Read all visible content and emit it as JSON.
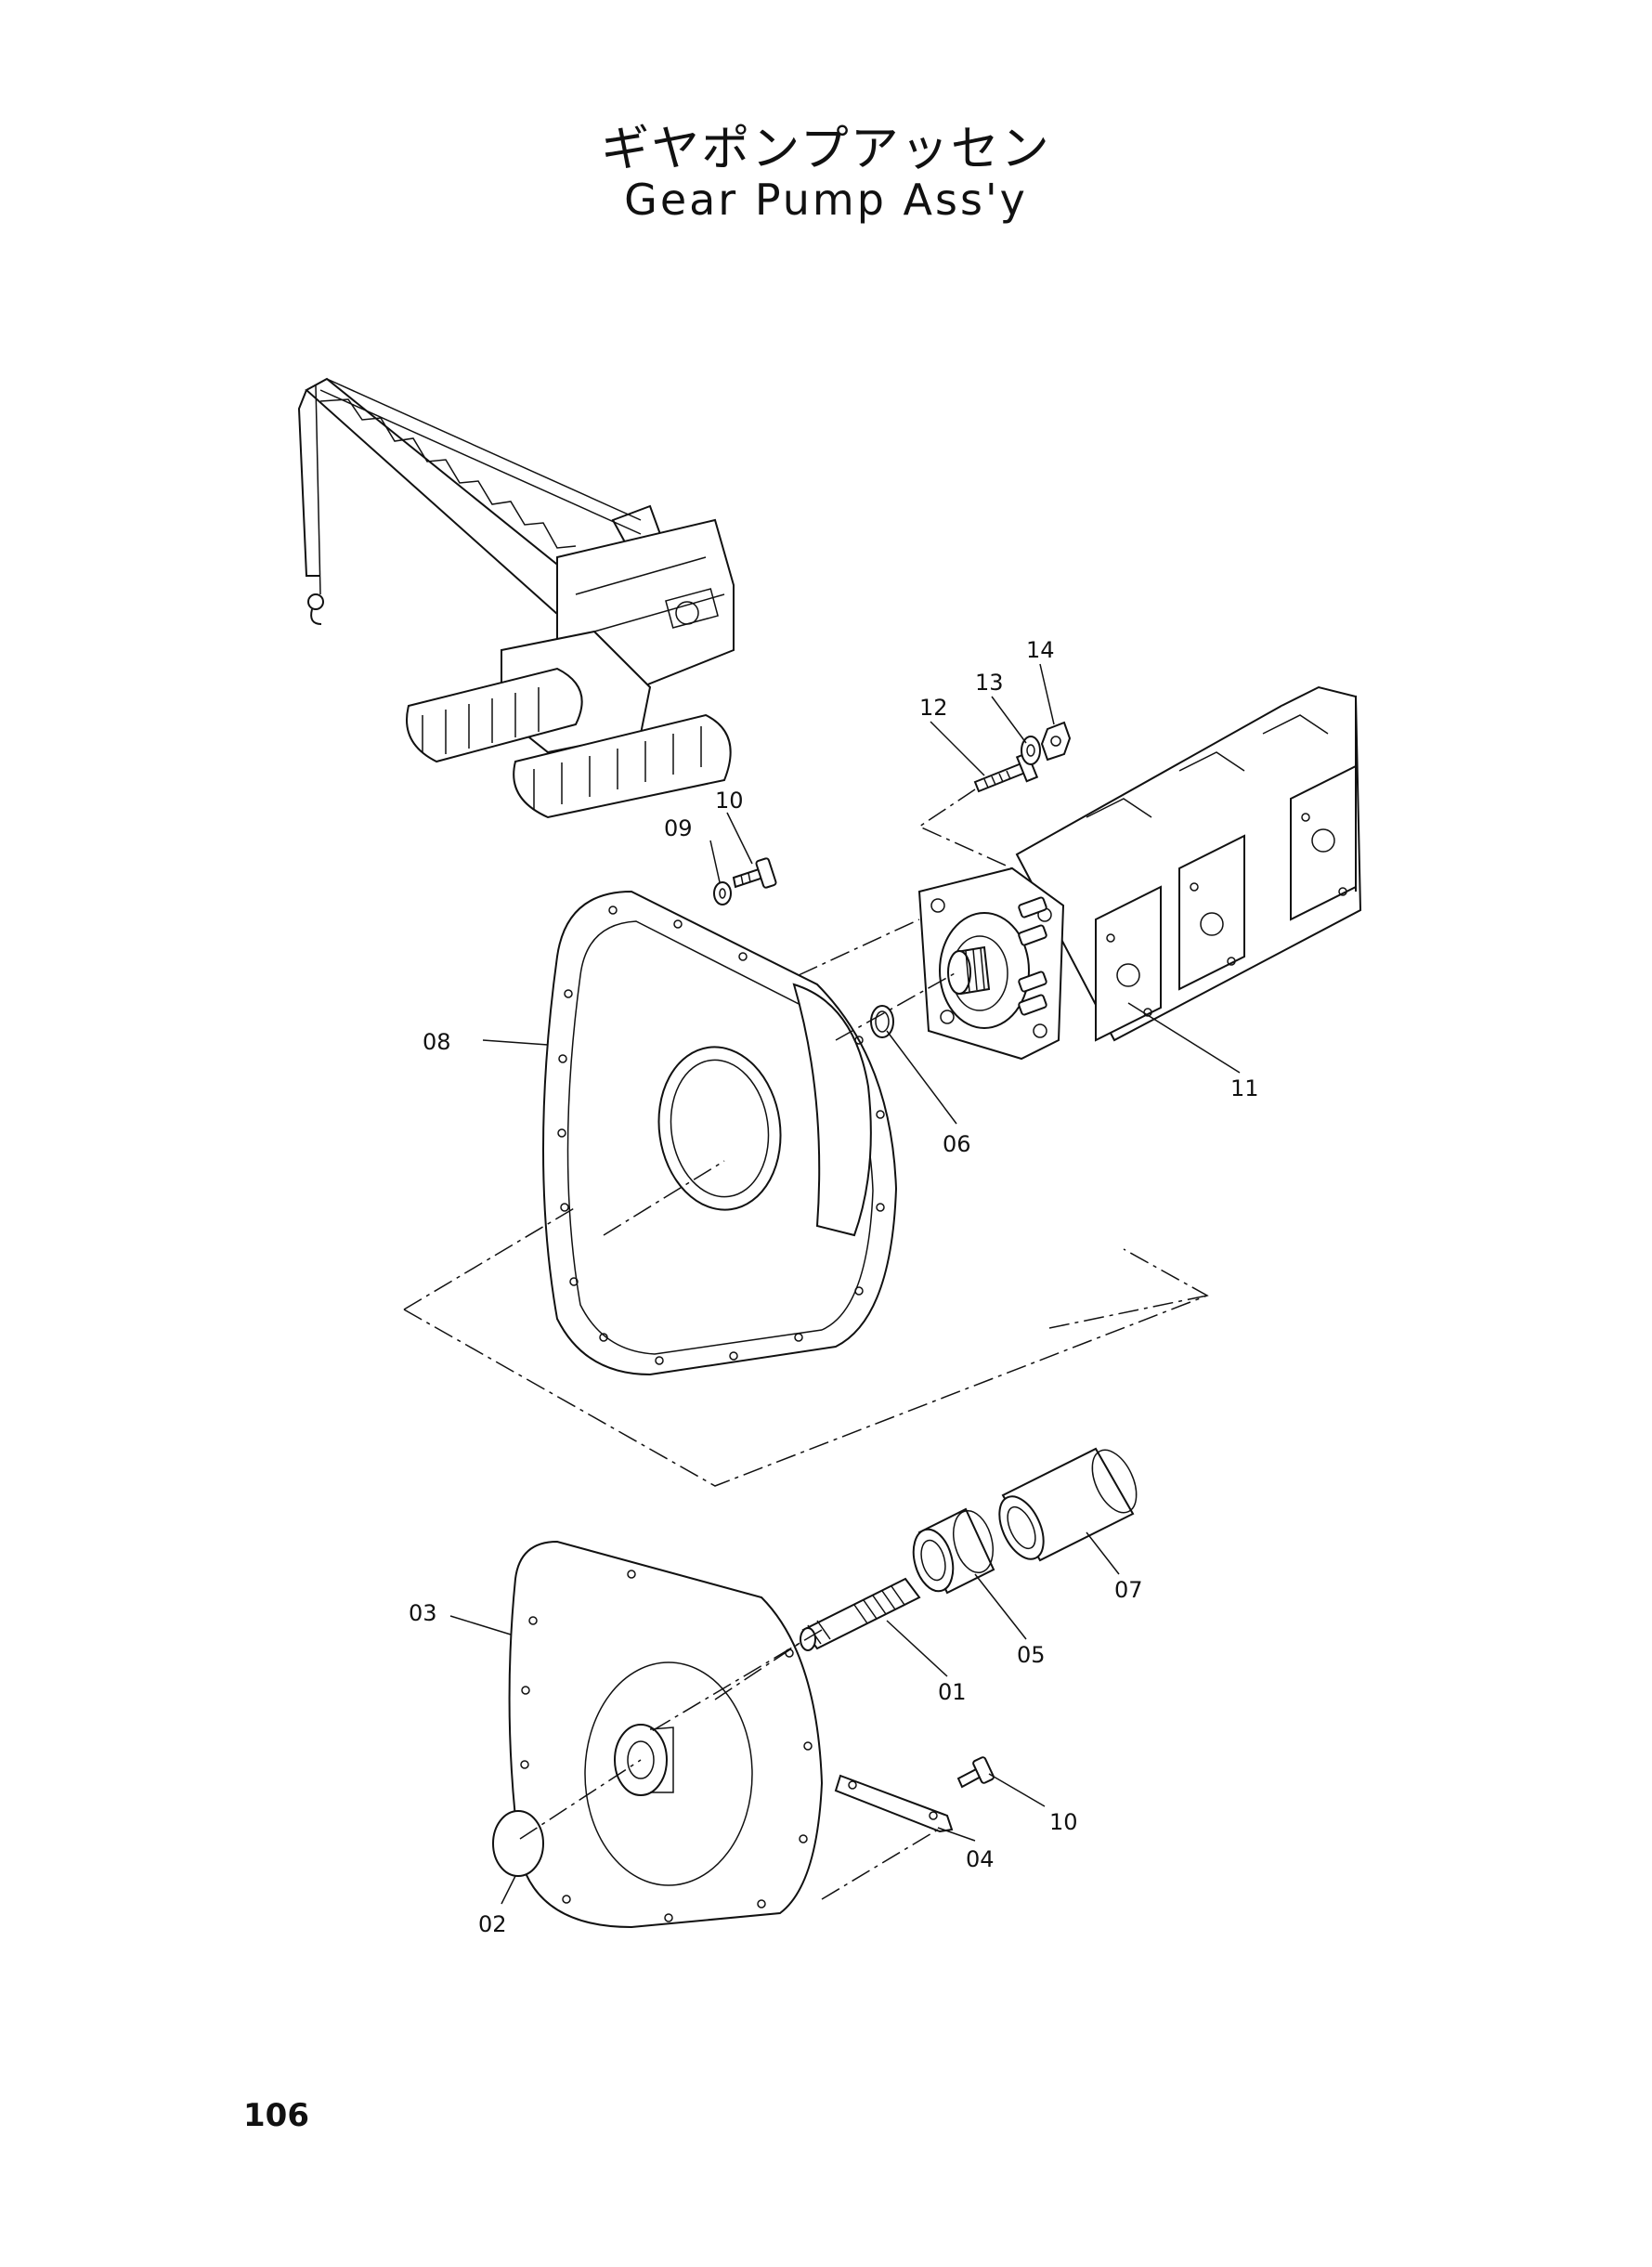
{
  "title_jp": "ギヤポンプアッセン",
  "title_en": "Gear Pump Ass'y",
  "page_number": "106",
  "callouts": {
    "c01": "01",
    "c02": "02",
    "c03": "03",
    "c04": "04",
    "c05": "05",
    "c06": "06",
    "c07": "07",
    "c08": "08",
    "c09": "09",
    "c10a": "10",
    "c10b": "10",
    "c11": "11",
    "c12": "12",
    "c13": "13",
    "c14": "14"
  }
}
